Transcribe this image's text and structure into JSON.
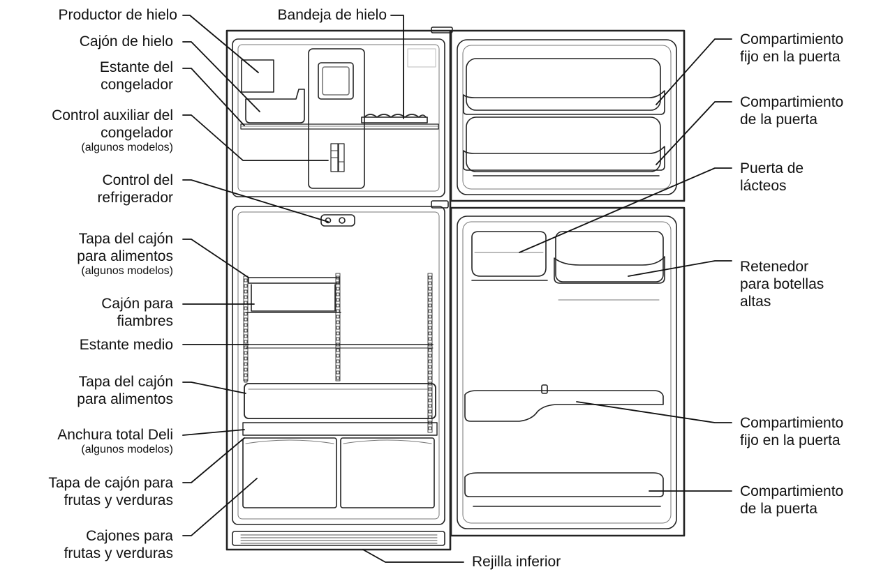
{
  "labels": {
    "productor_hielo": [
      "Productor de hielo"
    ],
    "bandeja_hielo": [
      "Bandeja de hielo"
    ],
    "cajon_hielo": [
      "Cajón de hielo"
    ],
    "estante_congelador": [
      "Estante del",
      "congelador"
    ],
    "control_auxiliar": [
      "Control auxiliar del",
      "congelador"
    ],
    "control_auxiliar_note": "(algunos modelos)",
    "control_refrigerador": [
      "Control del",
      "refrigerador"
    ],
    "tapa_cajon_alimentos_1": [
      "Tapa del cajón",
      "para alimentos"
    ],
    "tapa_cajon_alimentos_1_note": "(algunos modelos)",
    "cajon_fiambres": [
      "Cajón para",
      "fiambres"
    ],
    "estante_medio": [
      "Estante medio"
    ],
    "tapa_cajon_alimentos_2": [
      "Tapa del cajón",
      "para alimentos"
    ],
    "anchura_deli": [
      "Anchura total Deli"
    ],
    "anchura_deli_note": "(algunos modelos)",
    "tapa_frutas": [
      "Tapa de cajón para",
      "frutas y verduras"
    ],
    "cajones_frutas": [
      "Cajones para",
      "frutas y verduras"
    ],
    "rejilla_inferior": [
      "Rejilla inferior"
    ],
    "comp_fijo_puerta_1": [
      "Compartimiento",
      "fijo en la puerta"
    ],
    "comp_puerta_1": [
      "Compartimiento",
      "de la puerta"
    ],
    "puerta_lacteos": [
      "Puerta de",
      "lácteos"
    ],
    "retenedor": [
      "Retenedor",
      "para botellas",
      "altas"
    ],
    "comp_fijo_puerta_2": [
      "Compartimiento",
      "fijo en la puerta"
    ],
    "comp_puerta_2": [
      "Compartimiento",
      "de la puerta"
    ]
  }
}
